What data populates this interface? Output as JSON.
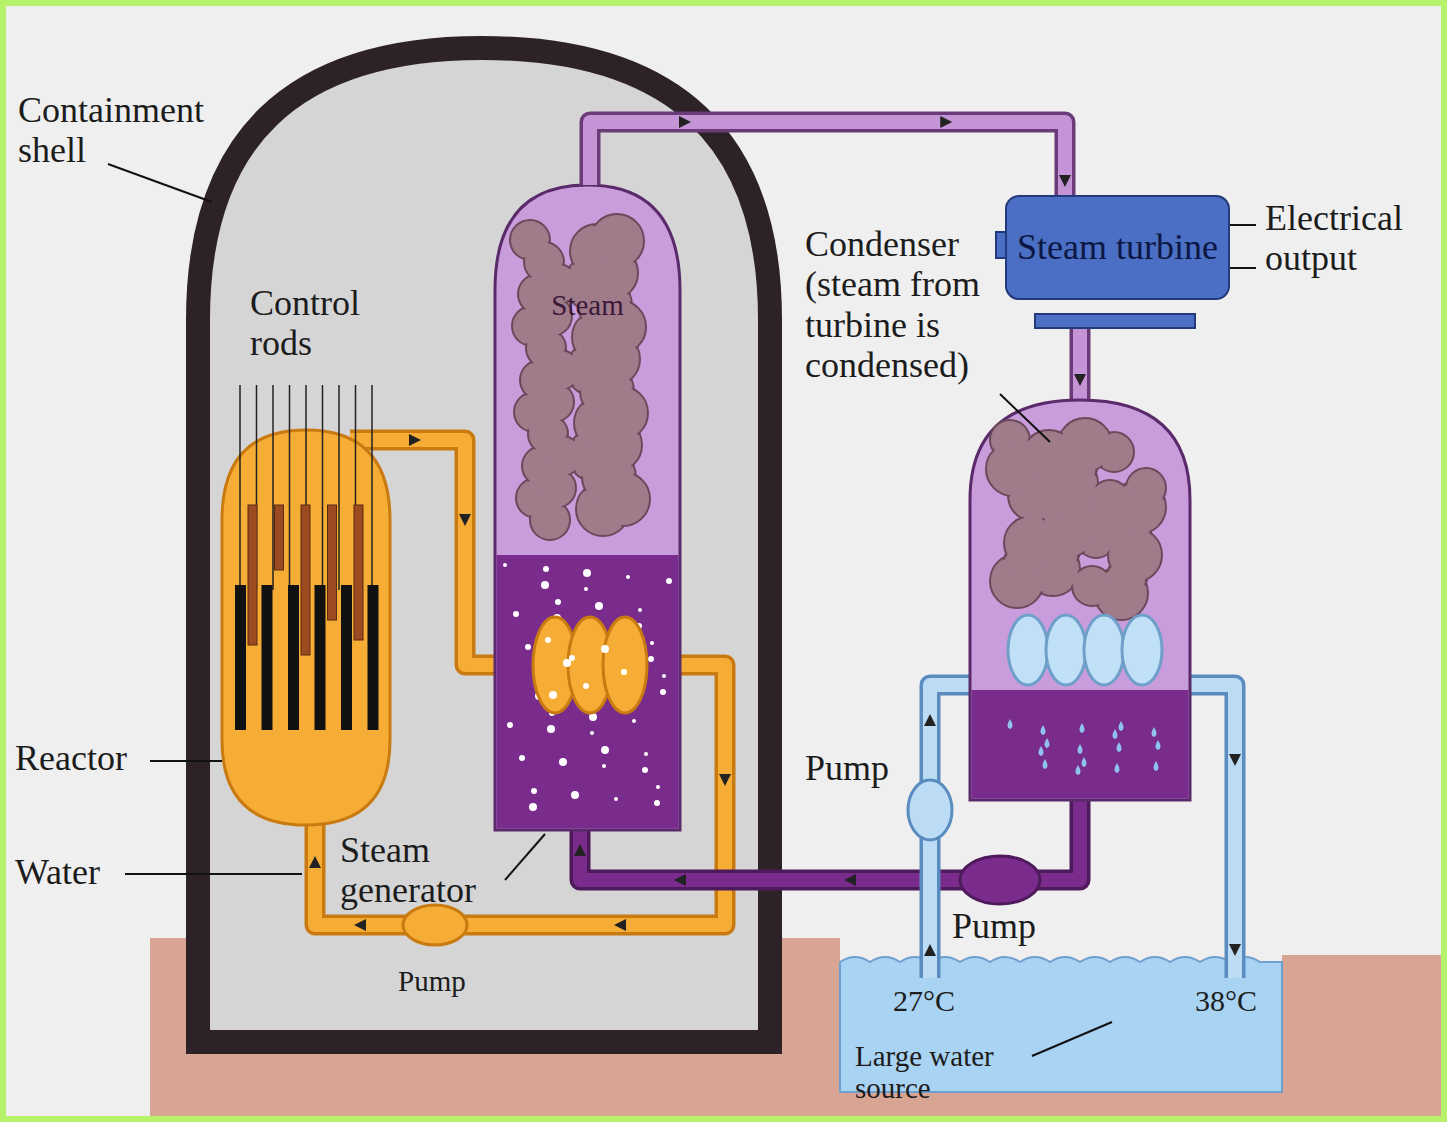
{
  "diagram": {
    "nodes": [
      {
        "text": [
          "Steam"
        ]
      },
      {
        "text": [
          "Steam turbine"
        ]
      }
    ],
    "edges": [
      {
        "from": 0,
        "to": 1,
        "arrow": "to"
      }
    ],
    "labels": [
      "Containment shell",
      "Control rods",
      "Reactor",
      "Water",
      "Steam generator",
      "Pump",
      "Condenser (steam from turbine is condensed)",
      "Electrical output",
      "Pump",
      "Pump",
      "27°C",
      "38°C",
      "Large water source"
    ]
  }
}
